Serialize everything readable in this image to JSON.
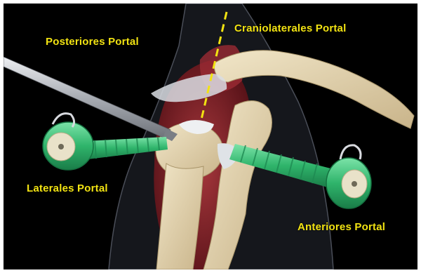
{
  "labels": {
    "posterior": "Posteriores Portal",
    "craniolateral": "Craniolaterales Portal",
    "lateral": "Laterales Portal",
    "anterior": "Anteriores Portal"
  },
  "colors": {
    "background": "#000000",
    "label": "#f2e312",
    "bone": "#e6d7b6",
    "muscle": "#8c1e28",
    "cannula": "#3bc27a",
    "instrument": "#b9bcc2",
    "guide_line": "#f2e312"
  }
}
